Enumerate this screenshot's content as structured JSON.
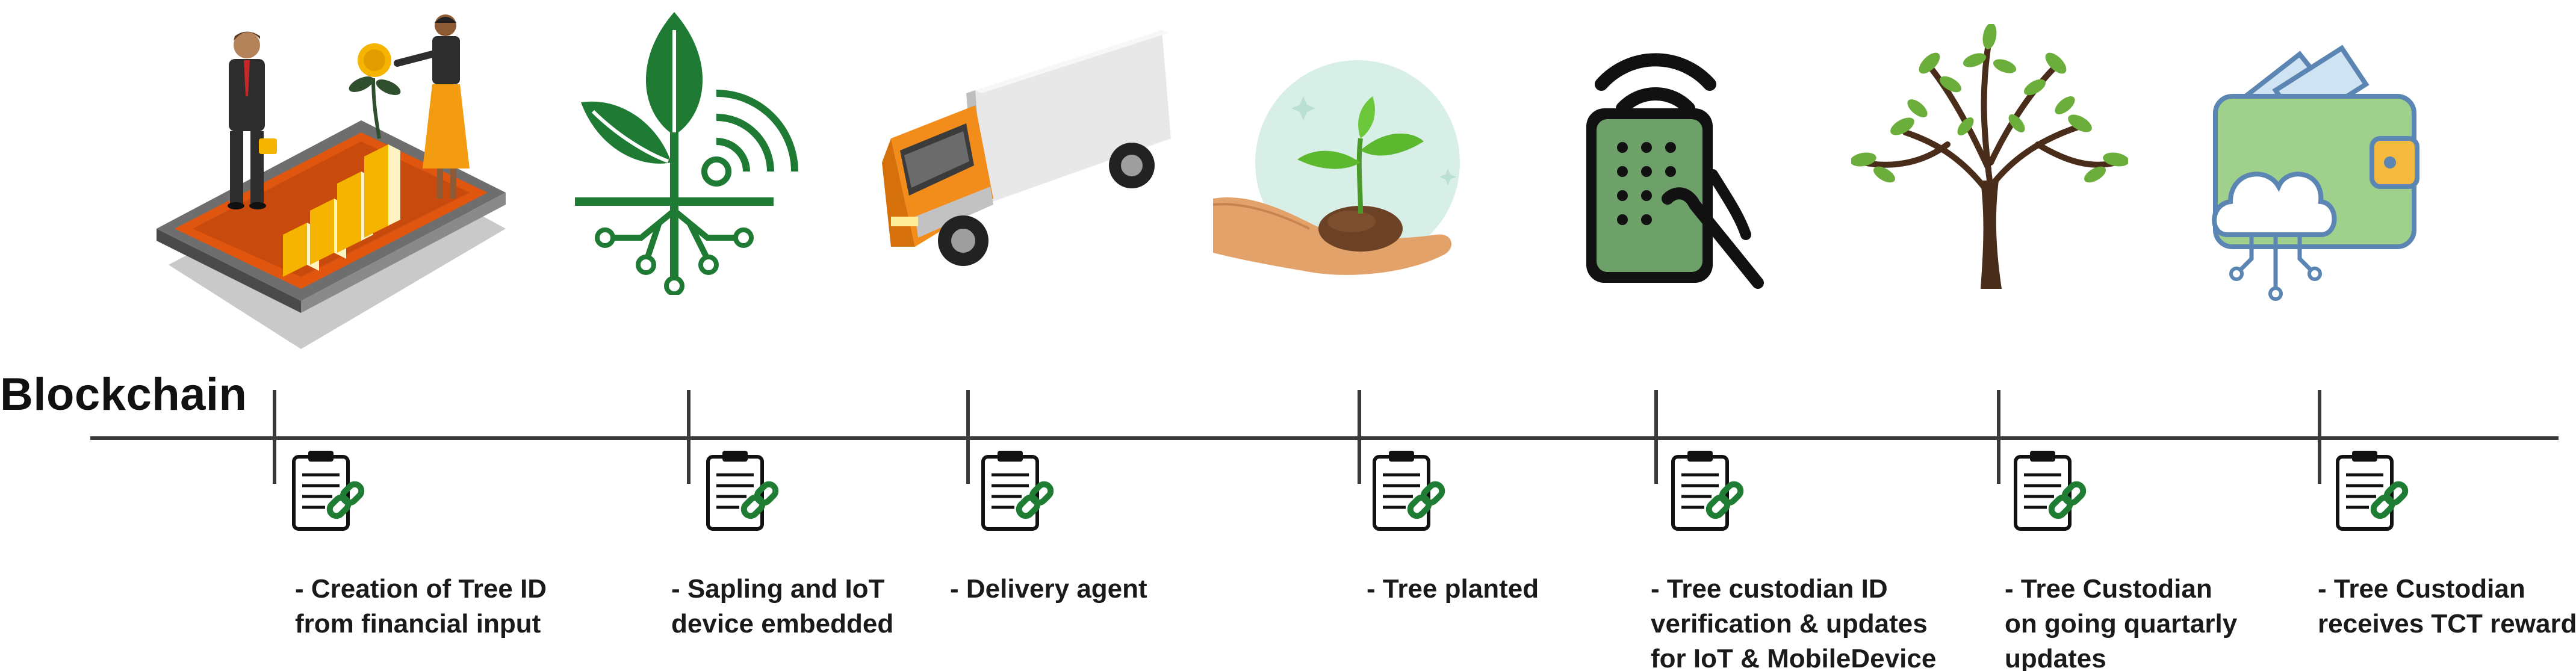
{
  "title": "Blockchain",
  "colors": {
    "line": "#3a3a3a",
    "chain_green": "#1e7d32",
    "text": "#1a1a1a"
  },
  "stages": [
    {
      "icon": "financial-investment-icon",
      "caption_lines": [
        "- Creation of Tree ID",
        "from financial input"
      ]
    },
    {
      "icon": "sapling-iot-sensor-icon",
      "caption_lines": [
        "- Sapling and IoT",
        "device embedded"
      ]
    },
    {
      "icon": "delivery-truck-icon",
      "caption_lines": [
        "- Delivery agent"
      ]
    },
    {
      "icon": "hand-holding-seedling-icon",
      "caption_lines": [
        "- Tree planted"
      ]
    },
    {
      "icon": "mobile-device-nfc-icon",
      "caption_lines": [
        "- Tree custodian ID",
        "verification & updates",
        "for IoT & MobileDevice"
      ]
    },
    {
      "icon": "grown-tree-icon",
      "caption_lines": [
        "- Tree Custodian",
        "on going quartarly",
        "updates"
      ]
    },
    {
      "icon": "cloud-wallet-icon",
      "caption_lines": [
        "- Tree Custodian",
        "receives TCT reward"
      ]
    }
  ]
}
